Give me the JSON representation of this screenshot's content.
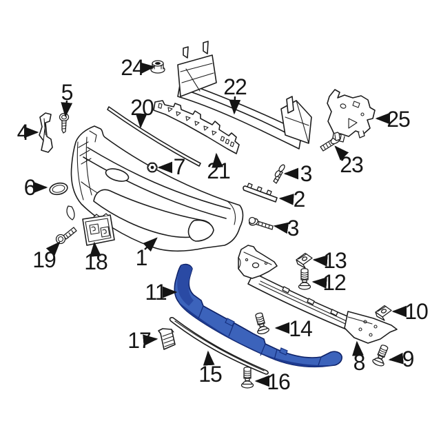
{
  "canvas": {
    "background": "#ffffff",
    "line_color": "#1c1c1c",
    "highlight_color": "#3c63bb",
    "highlight_shadow": "#1d3a8f",
    "highlighted_part_number": "11"
  },
  "diagram_type": "exploded-parts-diagram",
  "callouts": {
    "p1": "1",
    "p2": "2",
    "p3a": "3",
    "p3b": "3",
    "p4": "4",
    "p5": "5",
    "p6": "6",
    "p7": "7",
    "p8": "8",
    "p9": "9",
    "p10": "10",
    "p11": "11",
    "p12": "12",
    "p13": "13",
    "p14": "14",
    "p15": "15",
    "p16": "16",
    "p17": "17",
    "p18": "18",
    "p19": "19",
    "p20": "20",
    "p21": "21",
    "p22": "22",
    "p23": "23",
    "p24": "24",
    "p25": "25"
  }
}
